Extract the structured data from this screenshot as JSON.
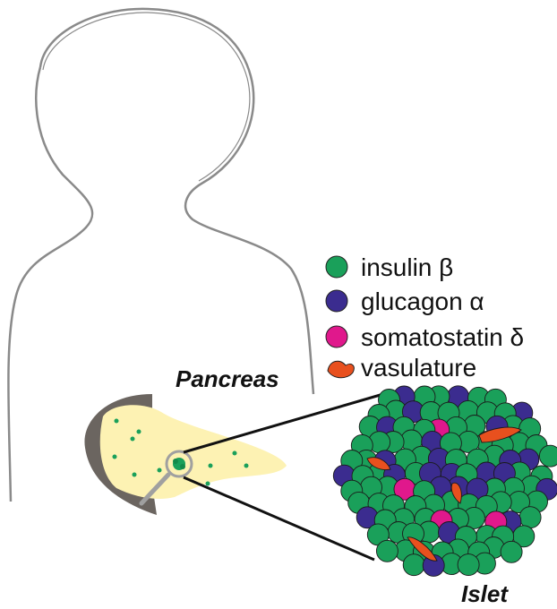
{
  "labels": {
    "pancreas": "Pancreas",
    "islet": "Islet"
  },
  "legend": [
    {
      "text": "insulin β",
      "color": "#1aa05a",
      "shape": "circle"
    },
    {
      "text": "glucagon α",
      "color": "#3b2c8f",
      "shape": "circle"
    },
    {
      "text": "somatostatin δ",
      "color": "#e0188c",
      "shape": "circle"
    },
    {
      "text": "vasulature",
      "color": "#e8501e",
      "shape": "vessel-blob"
    }
  ],
  "colors": {
    "outline": "#8a8a8a",
    "duodenum": "#6b6560",
    "pancreas_fill": "#fdf2b3",
    "beta": "#1aa05a",
    "alpha": "#3b2c8f",
    "delta": "#e0188c",
    "vessel": "#e8501e",
    "magnifier": "#a0a0a0"
  }
}
